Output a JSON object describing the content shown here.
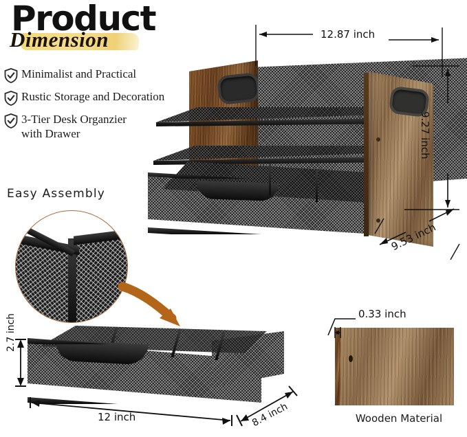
{
  "header": {
    "title": "Product",
    "subtitle": "Dimension",
    "highlight_color": "#f3d87a"
  },
  "features": [
    {
      "icon": "shield-check-icon",
      "label": "Minimalist and Practical"
    },
    {
      "icon": "shield-check-icon",
      "label": "Rustic Storage and Decoration"
    },
    {
      "icon": "shield-check-icon",
      "label": "3-Tier Desk Organzier\nwith Drawer"
    }
  ],
  "assembly": {
    "label": "Easy  Assembly",
    "arrow_color": "#b3651a"
  },
  "main_product": {
    "dimensions": {
      "width": "12.87 inch",
      "height": "9.27 inch",
      "depth": "9.53 inch"
    }
  },
  "drawer": {
    "dimensions": {
      "height": "2.7 inch",
      "width": "12 inch",
      "depth": "8.4 inch"
    }
  },
  "material": {
    "thickness": "0.33 inch",
    "caption": "Wooden Material",
    "wood_color": "#8a5a2b",
    "mesh_color": "#1b1b1b"
  }
}
